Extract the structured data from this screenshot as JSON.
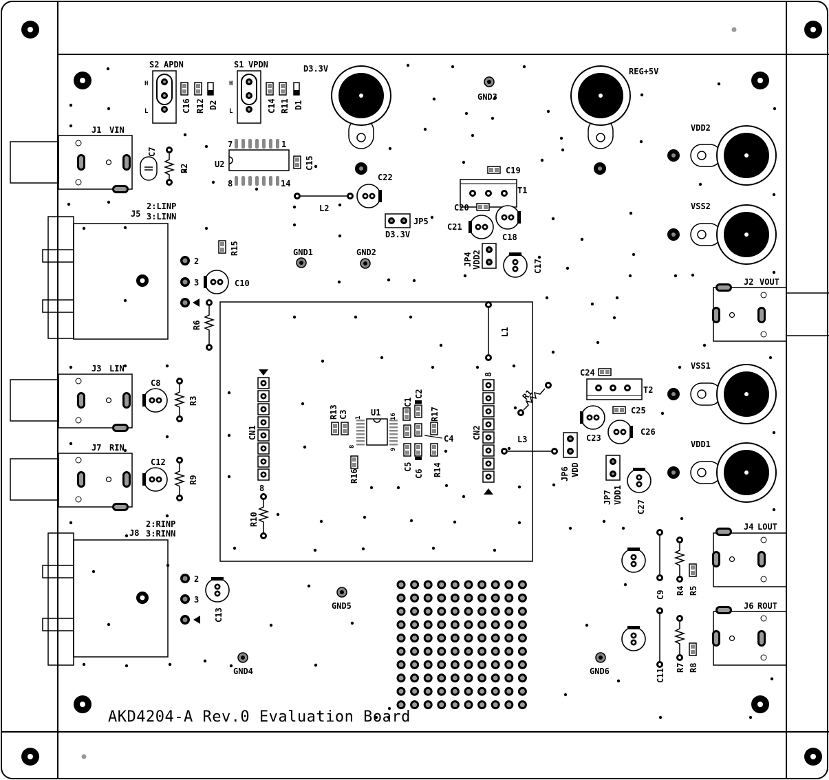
{
  "board": {
    "title": "AKD4204-A Rev.0 Evaluation Board"
  },
  "connectors": {
    "J1": "J1",
    "J1_name": "VIN",
    "J2": "J2",
    "J2_name": "VOUT",
    "J3": "J3",
    "J3_name": "LIN",
    "J4": "J4",
    "J4_name": "LOUT",
    "J5": "J5",
    "J5_pin2": "2:LINP",
    "J5_pin3": "3:LINN",
    "J6": "J6",
    "J6_name": "ROUT",
    "J7": "J7",
    "J7_name": "RIN",
    "J8": "J8",
    "J8_pin2": "2:RINP",
    "J8_pin3": "3:RINN"
  },
  "switches": {
    "S1": "S1",
    "S1_name": "VPDN",
    "S2": "S2",
    "S2_name": "APDN",
    "pos_h": "H",
    "pos_l": "L"
  },
  "terminals": {
    "D33": "D3.3V",
    "REG5": "REG+5V",
    "VDD2": "VDD2",
    "VSS2": "VSS2",
    "VSS1": "VSS1",
    "VDD1": "VDD1"
  },
  "grounds": {
    "GND1": "GND1",
    "GND2": "GND2",
    "GND3": "GND3",
    "GND4": "GND4",
    "GND5": "GND5",
    "GND6": "GND6"
  },
  "jumpers": {
    "JP4": "JP4",
    "JP4_sub": "VDD2",
    "JP5": "JP5",
    "JP5_sub": "D3.3V",
    "JP6": "JP6",
    "JP6_sub": "VDD",
    "JP7": "JP7",
    "JP7_sub": "VDD1"
  },
  "ics": {
    "U1": "U1",
    "U2": "U2",
    "CN1": "CN1",
    "CN2": "CN2",
    "T1": "T1",
    "T2": "T2",
    "L1": "L1",
    "L2": "L2",
    "L3": "L3",
    "D1": "D1",
    "D2": "D2"
  },
  "pin_numbers": {
    "u2_7": "7",
    "u2_1": "1",
    "u2_8": "8",
    "u2_14": "14",
    "u1_1": "1",
    "u1_16": "16",
    "u1_8": "8",
    "u1_9": "9",
    "cn_8": "8",
    "cn2_8": "8",
    "j5_2": "2",
    "j5_3": "3",
    "j8_2": "2",
    "j8_3": "3"
  },
  "capacitors": {
    "C1": "C1",
    "C2": "C2",
    "C3": "C3",
    "C4": "C4",
    "C5": "C5",
    "C6": "C6",
    "C7": "C7",
    "C8": "C8",
    "C9": "C9",
    "C10": "C10",
    "C11": "C11",
    "C12": "C12",
    "C13": "C13",
    "C14": "C14",
    "C15": "C15",
    "C16": "C16",
    "C17": "C17",
    "C18": "C18",
    "C19": "C19",
    "C20": "C20",
    "C21": "C21",
    "C22": "C22",
    "C23": "C23",
    "C24": "C24",
    "C25": "C25",
    "C26": "C26",
    "C27": "C27"
  },
  "resistors": {
    "R1": "R1",
    "R2": "R2",
    "R3": "R3",
    "R4": "R4",
    "R5": "R5",
    "R6": "R6",
    "R7": "R7",
    "R8": "R8",
    "R9": "R9",
    "R10": "R10",
    "R11": "R11",
    "R12": "R12",
    "R13": "R13",
    "R14": "R14",
    "R15": "R15",
    "R16": "R16",
    "R17": "R17"
  }
}
